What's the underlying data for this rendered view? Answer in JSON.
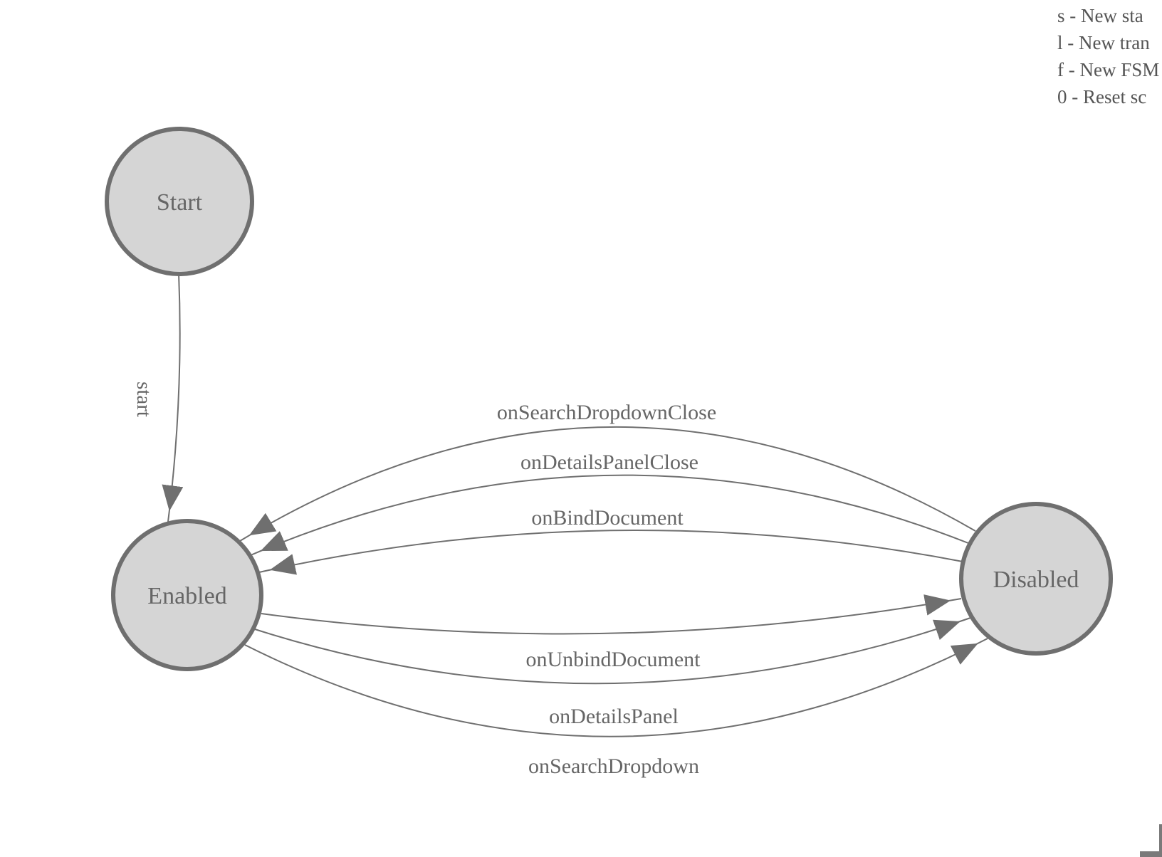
{
  "diagram": {
    "type": "finite-state-machine",
    "states": [
      {
        "label": "Start"
      },
      {
        "label": "Enabled"
      },
      {
        "label": "Disabled"
      }
    ],
    "transitions": [
      {
        "label": "start",
        "from": "Start",
        "to": "Enabled"
      },
      {
        "label": "onSearchDropdownClose",
        "from": "Disabled",
        "to": "Enabled"
      },
      {
        "label": "onDetailsPanelClose",
        "from": "Disabled",
        "to": "Enabled"
      },
      {
        "label": "onBindDocument",
        "from": "Disabled",
        "to": "Enabled"
      },
      {
        "label": "onUnbindDocument",
        "from": "Enabled",
        "to": "Disabled"
      },
      {
        "label": "onDetailsPanel",
        "from": "Enabled",
        "to": "Disabled"
      },
      {
        "label": "onSearchDropdown",
        "from": "Enabled",
        "to": "Disabled"
      }
    ]
  },
  "legend": {
    "lines": [
      "s - New sta",
      "l - New tran",
      "f - New FSM",
      "0 - Reset sc"
    ]
  },
  "colors": {
    "node-fill": "#d5d5d5",
    "node-stroke": "#6f6f6f",
    "edge-stroke": "#6f6f6f",
    "arrow-fill": "#6f6f6f",
    "label-text": "#666666",
    "legend-text": "#555555"
  }
}
